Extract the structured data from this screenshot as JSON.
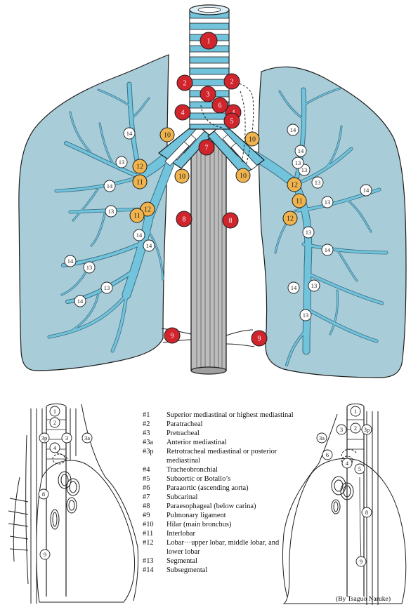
{
  "colors": {
    "lung_fill": "#a9ccd9",
    "bronchus_fill": "#72c3dc",
    "station_red": "#d0252c",
    "station_orange": "#f0b44e",
    "station_white": "#ffffff",
    "outline": "#1d1d1d"
  },
  "main_diagram": {
    "stations": [
      {
        "label": "1",
        "kind": "red"
      },
      {
        "label": "2",
        "kind": "red"
      },
      {
        "label": "2",
        "kind": "red"
      },
      {
        "label": "3",
        "kind": "red"
      },
      {
        "label": "4",
        "kind": "red"
      },
      {
        "label": "4",
        "kind": "red"
      },
      {
        "label": "5",
        "kind": "red"
      },
      {
        "label": "6",
        "kind": "red"
      },
      {
        "label": "7",
        "kind": "red"
      },
      {
        "label": "8",
        "kind": "red"
      },
      {
        "label": "8",
        "kind": "red"
      },
      {
        "label": "9",
        "kind": "red"
      },
      {
        "label": "9",
        "kind": "red"
      },
      {
        "label": "10",
        "kind": "orange"
      },
      {
        "label": "10",
        "kind": "orange"
      },
      {
        "label": "10",
        "kind": "orange"
      },
      {
        "label": "10",
        "kind": "orange"
      },
      {
        "label": "12",
        "kind": "orange"
      },
      {
        "label": "11",
        "kind": "orange"
      },
      {
        "label": "12",
        "kind": "orange"
      },
      {
        "label": "11",
        "kind": "orange"
      },
      {
        "label": "12",
        "kind": "orange"
      },
      {
        "label": "11",
        "kind": "orange"
      },
      {
        "label": "12",
        "kind": "orange"
      },
      {
        "label": "14",
        "kind": "white"
      },
      {
        "label": "13",
        "kind": "white"
      },
      {
        "label": "14",
        "kind": "white"
      },
      {
        "label": "13",
        "kind": "white"
      },
      {
        "label": "14",
        "kind": "white"
      },
      {
        "label": "14",
        "kind": "white"
      },
      {
        "label": "13",
        "kind": "white"
      },
      {
        "label": "13",
        "kind": "white"
      },
      {
        "label": "14",
        "kind": "white"
      },
      {
        "label": "14",
        "kind": "white"
      },
      {
        "label": "13",
        "kind": "white"
      },
      {
        "label": "13",
        "kind": "white"
      },
      {
        "label": "14",
        "kind": "white"
      },
      {
        "label": "13",
        "kind": "white"
      },
      {
        "label": "13",
        "kind": "white"
      },
      {
        "label": "14",
        "kind": "white"
      },
      {
        "label": "13",
        "kind": "white"
      },
      {
        "label": "14",
        "kind": "white"
      },
      {
        "label": "13",
        "kind": "white"
      },
      {
        "label": "14",
        "kind": "white"
      },
      {
        "label": "13",
        "kind": "white"
      },
      {
        "label": "14",
        "kind": "white"
      }
    ]
  },
  "left_inset": {
    "stations": [
      "1",
      "2",
      "3p",
      "3",
      "3a",
      "4",
      "8",
      "9"
    ]
  },
  "right_inset": {
    "stations": [
      "1",
      "3",
      "2",
      "3p",
      "3a",
      "6",
      "4",
      "5",
      "8",
      "9"
    ]
  },
  "legend": [
    {
      "num": "#1",
      "text": "Superior mediastinal or highest mediastinal"
    },
    {
      "num": "#2",
      "text": "Paratracheal"
    },
    {
      "num": "#3",
      "text": "Pretracheal"
    },
    {
      "num": "#3a",
      "text": "Anterior mediastinal"
    },
    {
      "num": "#3p",
      "text": "Retrotracheal mediastinal or posterior mediastinal"
    },
    {
      "num": "#4",
      "text": "Tracheobronchial"
    },
    {
      "num": "#5",
      "text": "Subaortic or Botallo’s"
    },
    {
      "num": "#6",
      "text": "Paraaortic (ascending aorta)"
    },
    {
      "num": "#7",
      "text": "Subcarinal"
    },
    {
      "num": "#8",
      "text": "Paraesophageal (below carina)"
    },
    {
      "num": "#9",
      "text": "Pulmonary ligament"
    },
    {
      "num": "#10",
      "text": "Hilar (main bronchus)"
    },
    {
      "num": "#11",
      "text": "Interlobar"
    },
    {
      "num": "#12",
      "text": "Lobar···upper lobar, middle lobar, and lower lobar"
    },
    {
      "num": "#13",
      "text": "Segmental"
    },
    {
      "num": "#14",
      "text": "Subsegmental"
    }
  ],
  "credit": "(By Tsaguo Naruke)"
}
